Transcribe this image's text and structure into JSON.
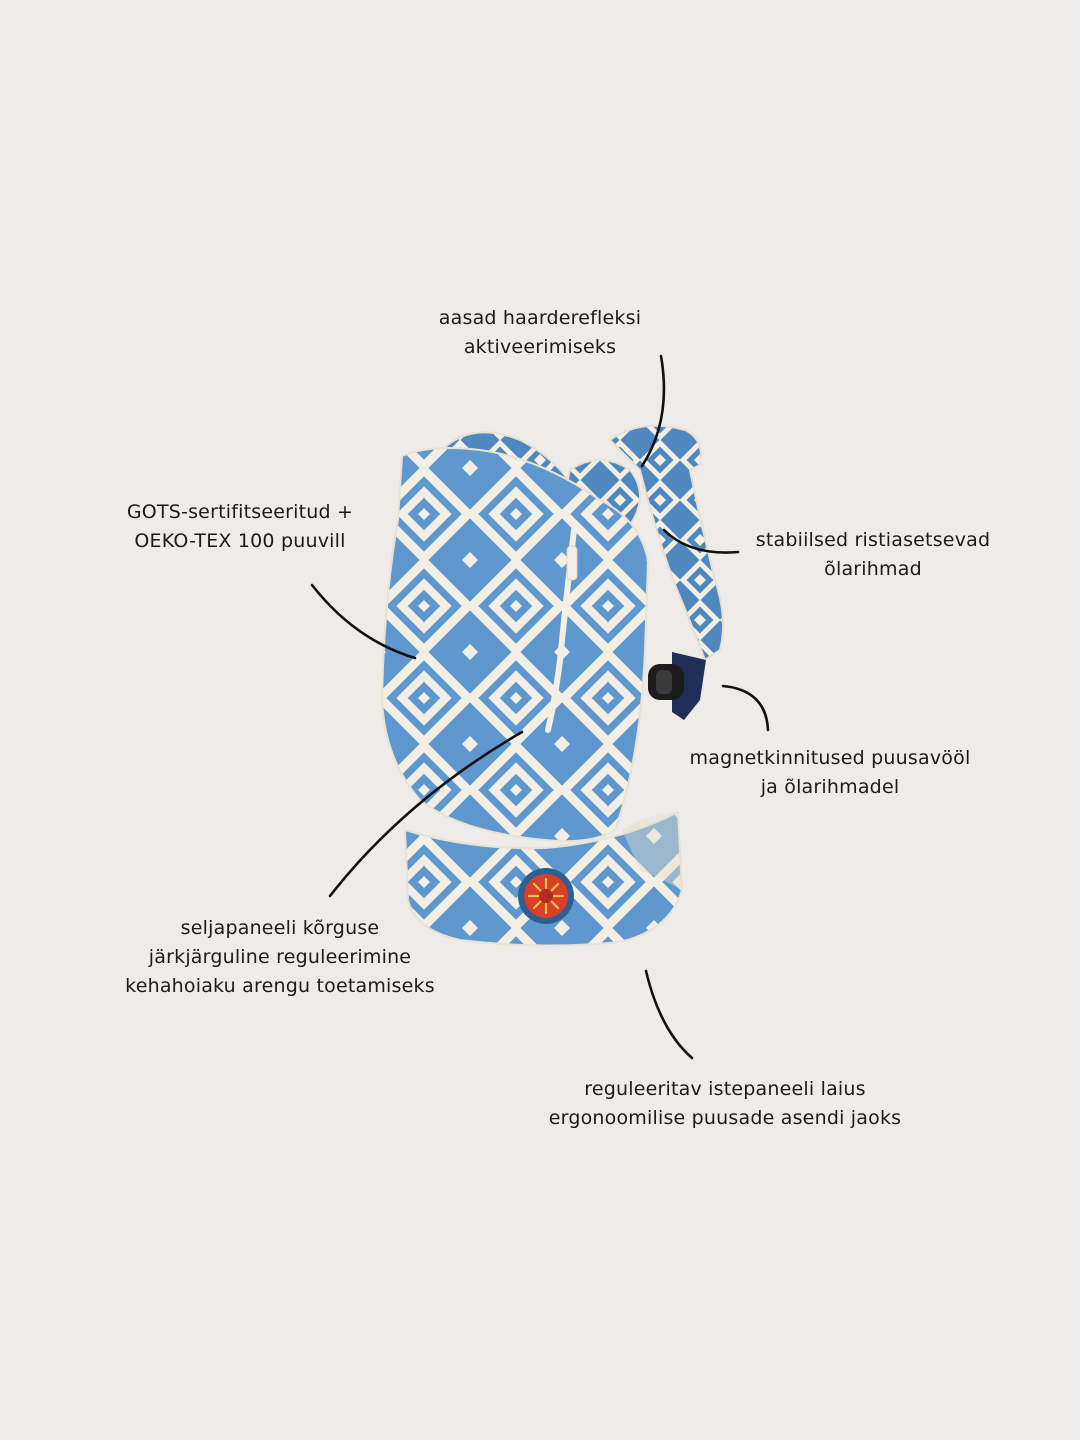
{
  "colors": {
    "background": "#efebe8",
    "fabric_blue": "#5f98cf",
    "fabric_cream": "#f3efe4",
    "text": "#1b1b1b",
    "logo_red": "#d9402a"
  },
  "product": {
    "image_name": "baby-carrier-diamond-pattern"
  },
  "annotations": {
    "loops": {
      "line1": "aasad haarderefleksi",
      "line2": "aktiveerimiseks"
    },
    "certification": {
      "line1": "GOTS-sertifitseeritud +",
      "line2": "OEKO-TEX 100 puuvill"
    },
    "straps": {
      "line1": "stabiilsed ristiasetsevad",
      "line2": "õlarihmad"
    },
    "magnets": {
      "line1": "magnetkinnitused puusavööl",
      "line2": "ja õlarihmadel"
    },
    "back_panel": {
      "line1": "seljapaneeli kõrguse",
      "line2": "järkjärguline reguleerimine",
      "line3": "kehahoiaku arengu toetamiseks"
    },
    "seat_panel": {
      "line1": "reguleeritav istepaneeli laius",
      "line2": "ergonoomilise puusade asendi jaoks"
    }
  }
}
